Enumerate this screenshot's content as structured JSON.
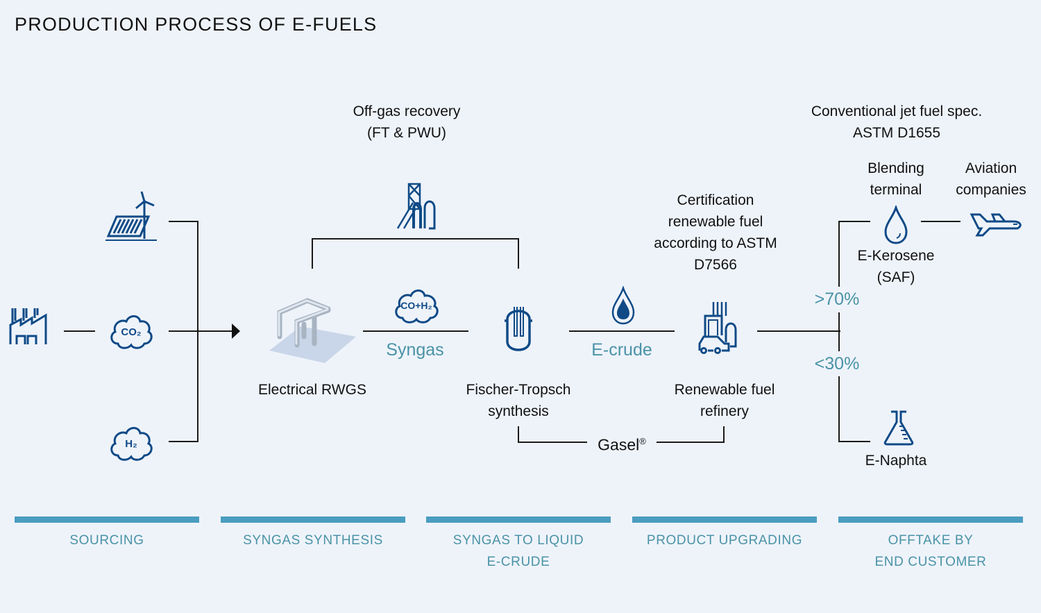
{
  "title": "PRODUCTION PROCESS OF E-FUELS",
  "colors": {
    "icon": "#0f4a86",
    "accent": "#4a93a6",
    "phase_bar": "#4a9dc0",
    "line": "#1a1a1a",
    "background": "#eef3fa"
  },
  "sourcing": {
    "icons": [
      "factory-icon",
      "renewable-energy-icon",
      "co2-cloud-icon",
      "h2-cloud-icon"
    ],
    "co2_label": "CO₂",
    "h2_label": "H₂"
  },
  "offgas": {
    "line1": "Off-gas recovery",
    "line2": "(FT & PWU)"
  },
  "rwgs": {
    "label": "Electrical RWGS"
  },
  "syngas": {
    "cloud_label": "CO+H₂",
    "label": "Syngas"
  },
  "ft": {
    "line1": "Fischer-Tropsch",
    "line2": "synthesis"
  },
  "ecrude": {
    "label": "E-crude"
  },
  "certification": {
    "line1": "Certification",
    "line2": "renewable fuel",
    "line3": "according to ASTM",
    "line4": "D7566"
  },
  "refinery": {
    "line1": "Renewable fuel",
    "line2": "refinery"
  },
  "gasel": {
    "label": "Gasel",
    "mark": "®"
  },
  "jet_spec": {
    "line1": "Conventional jet fuel spec.",
    "line2": "ASTM D1655"
  },
  "blending": {
    "line1": "Blending",
    "line2": "terminal"
  },
  "aviation": {
    "line1": "Aviation",
    "line2": "companies"
  },
  "kerosene": {
    "line1": "E-Kerosene",
    "line2": "(SAF)"
  },
  "split": {
    "high": ">70%",
    "low": "<30%"
  },
  "naphta": {
    "label": "E-Naphta"
  },
  "phases": [
    {
      "line1": "SOURCING",
      "line2": ""
    },
    {
      "line1": "SYNGAS SYNTHESIS",
      "line2": ""
    },
    {
      "line1": "SYNGAS TO LIQUID",
      "line2": "E-CRUDE"
    },
    {
      "line1": "PRODUCT UPGRADING",
      "line2": ""
    },
    {
      "line1": "OFFTAKE BY",
      "line2": "END CUSTOMER"
    }
  ]
}
